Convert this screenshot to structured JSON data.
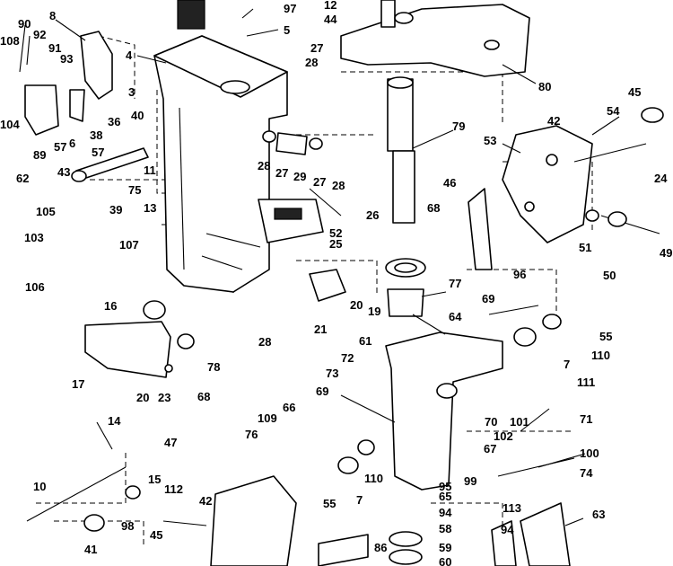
{
  "callouts": [
    "90",
    "8",
    "97",
    "12",
    "44",
    "5",
    "108",
    "92",
    "91",
    "93",
    "4",
    "27",
    "28",
    "80",
    "104",
    "6",
    "89",
    "57",
    "3",
    "40",
    "36",
    "38",
    "57",
    "45",
    "54",
    "42",
    "79",
    "53",
    "62",
    "43",
    "75",
    "39",
    "11",
    "13",
    "28",
    "27",
    "29",
    "27",
    "28",
    "24",
    "105",
    "103",
    "107",
    "106",
    "46",
    "68",
    "26",
    "52",
    "25",
    "49",
    "51",
    "50",
    "16",
    "17",
    "78",
    "20",
    "23",
    "28",
    "21",
    "20",
    "19",
    "77",
    "96",
    "69",
    "64",
    "55",
    "110",
    "61",
    "72",
    "73",
    "69",
    "7",
    "111",
    "70",
    "101",
    "102",
    "71",
    "68",
    "66",
    "109",
    "14",
    "47",
    "76",
    "67",
    "100",
    "10",
    "15",
    "112",
    "98",
    "41",
    "42",
    "45",
    "110",
    "55",
    "7",
    "65",
    "94",
    "58",
    "59",
    "95",
    "99",
    "86",
    "74",
    "113",
    "63",
    "94",
    "60"
  ]
}
